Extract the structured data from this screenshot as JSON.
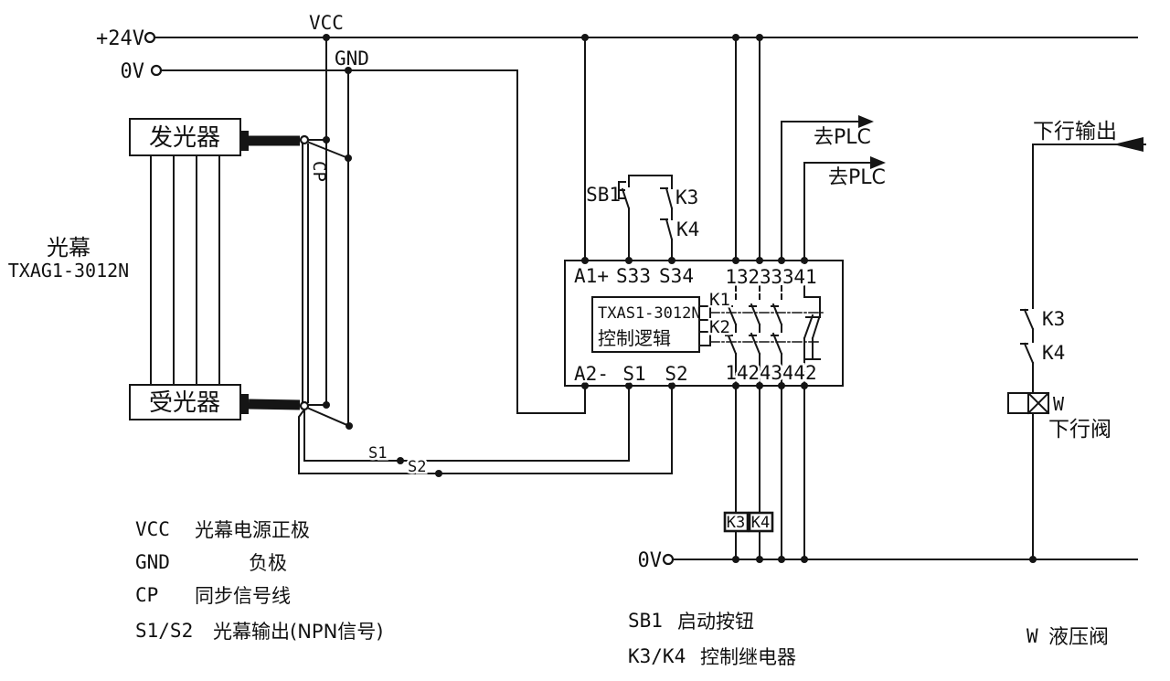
{
  "rails": {
    "plus24_label": "+24V",
    "zero_top_label": "0V",
    "vcc_label": "VCC",
    "gnd_label": "GND",
    "zero_bottom_label": "0V"
  },
  "light_curtain": {
    "name_line1": "光幕",
    "name_line2": "TXAG1-3012N",
    "emitter_label": "发光器",
    "receiver_label": "受光器",
    "cp_label": "CP",
    "s1_wire_label": "S1",
    "s2_wire_label": "S2"
  },
  "controller": {
    "model": "TXAS1-3012N",
    "logic_label": "控制逻辑",
    "k1_label": "K1",
    "k2_label": "K2",
    "top_terminals": [
      "A1+",
      "S33",
      "S34",
      "13",
      "23",
      "33",
      "41"
    ],
    "bottom_terminals": [
      "A2-",
      "S1",
      "S2",
      "14",
      "24",
      "34",
      "42"
    ]
  },
  "start_circuit": {
    "sb1_label": "SB1",
    "k3_label": "K3",
    "k4_label": "K4"
  },
  "plc": {
    "arrow1_label": "去PLC",
    "arrow2_label": "去PLC"
  },
  "relay_coils": {
    "k3_label": "K3",
    "k4_label": "K4"
  },
  "output_branch": {
    "input_label": "下行输出",
    "k3_label": "K3",
    "k4_label": "K4",
    "w_label": "W",
    "valve_label": "下行阀"
  },
  "legend_left": {
    "rows": [
      {
        "term": "VCC",
        "desc": "光幕电源正极"
      },
      {
        "term": "GND",
        "desc": "负极"
      },
      {
        "term": "CP",
        "desc": "同步信号线"
      },
      {
        "term": "S1/S2",
        "desc": "光幕输出(NPN信号)"
      }
    ]
  },
  "legend_center": {
    "rows": [
      {
        "term": "SB1",
        "desc": "启动按钮"
      },
      {
        "term": "K3/K4",
        "desc": "控制继电器"
      }
    ]
  },
  "legend_right": {
    "term": "W",
    "desc": "液压阀"
  },
  "colors": {
    "line": "#151515",
    "background": "#ffffff"
  }
}
